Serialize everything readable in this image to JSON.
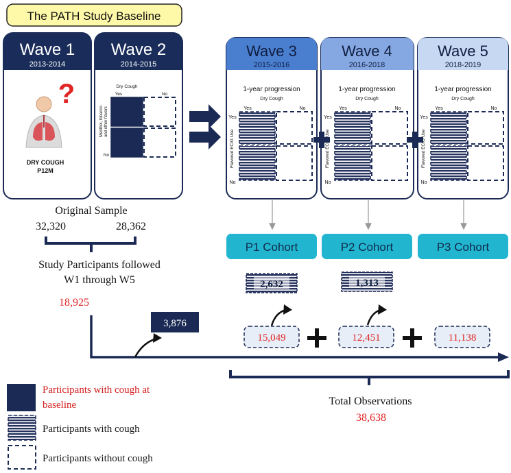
{
  "title": "The PATH Study Baseline",
  "waves": [
    {
      "label": "Wave 1",
      "years": "2013-2014"
    },
    {
      "label": "Wave 2",
      "years": "2014-2015"
    },
    {
      "label": "Wave 3",
      "years": "2015-2016"
    },
    {
      "label": "Wave 4",
      "years": "2016-2018"
    },
    {
      "label": "Wave 5",
      "years": "2018-2019"
    }
  ],
  "wave1_panel": {
    "symptom_line1": "DRY COUGH",
    "symptom_line2": "P12M",
    "question_mark": "?"
  },
  "wave2_panel": {
    "col_title": "Dry Cough",
    "yes": "Yes",
    "no": "No",
    "row_label_line1": "Menthol, tobacco",
    "row_label_line2": "and other flavors"
  },
  "progress_panel": {
    "title": "1-year progression",
    "subtitle": "Dry Cough",
    "yes": "Yes",
    "no": "No",
    "row_label": "Flavored ECIG Use"
  },
  "original_sample": {
    "label": "Original  Sample",
    "wave1_n": "32,320",
    "wave2_n": "28,362"
  },
  "followed": {
    "line1": "Study Participants followed",
    "line2": "W1 through W5",
    "n": "18,925"
  },
  "baseline_cough_n": "3,876",
  "cohorts": [
    {
      "label": "P1 Cohort",
      "cough_n": "2,632",
      "no_cough_n": "15,049"
    },
    {
      "label": "P2 Cohort",
      "cough_n": "1,313",
      "no_cough_n": "12,451"
    },
    {
      "label": "P3 Cohort",
      "no_cough_n": "11,138"
    }
  ],
  "total": {
    "label": "Total Observations",
    "n": "38,638"
  },
  "legend": [
    {
      "text_line1": "Participants with cough at",
      "text_line2": "baseline",
      "color": "#d42020"
    },
    {
      "text_line1": "Participants with cough",
      "text_line2": "",
      "color": "#1a1a1a"
    },
    {
      "text_line1": "Participants without cough",
      "text_line2": "",
      "color": "#1a1a1a"
    }
  ],
  "colors": {
    "navy": "#1b2a55",
    "wave1_header": "#1a2d5a",
    "wave3_header": "#4a7fd0",
    "wave4_header": "#86a8e2",
    "wave5_header": "#c6d8f2",
    "cohort_teal": "#22b5cf",
    "red_text": "#e02424",
    "title_bg": "#fef9a8"
  }
}
